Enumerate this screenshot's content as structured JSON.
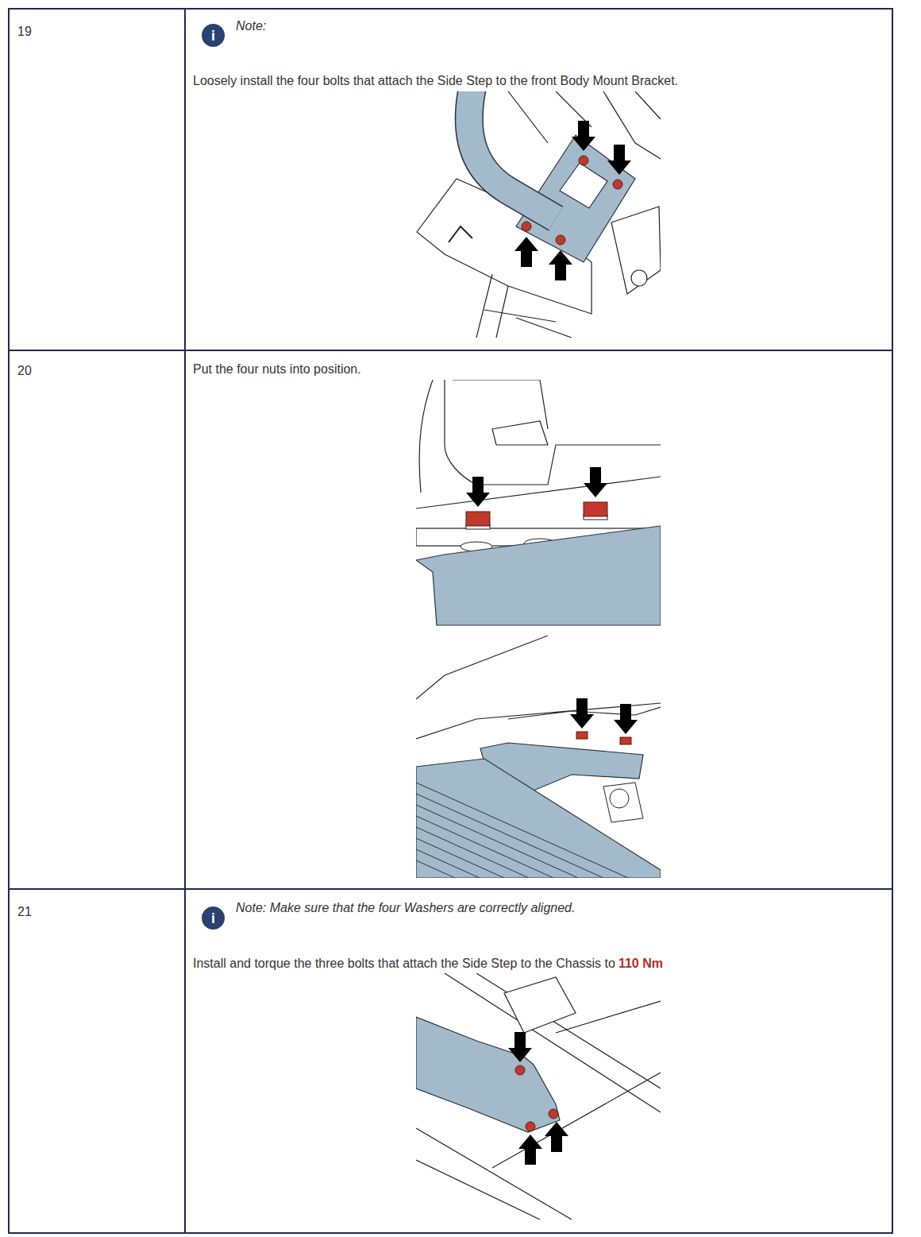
{
  "diagram": {
    "nodes": [
      {
        "text": [
          "i"
        ]
      },
      {
        "text": [
          "i"
        ]
      }
    ],
    "labels": [
      "19",
      "Note:",
      "Loosely install the four bolts that attach the Side Step to the front Body Mount Bracket.",
      "20",
      "Put the four nuts into position.",
      "21",
      "Note: Make sure that the four Washers are correctly aligned.",
      "Install and torque the three bolts that attach the Side Step to the Chassis to",
      "110 Nm"
    ]
  }
}
